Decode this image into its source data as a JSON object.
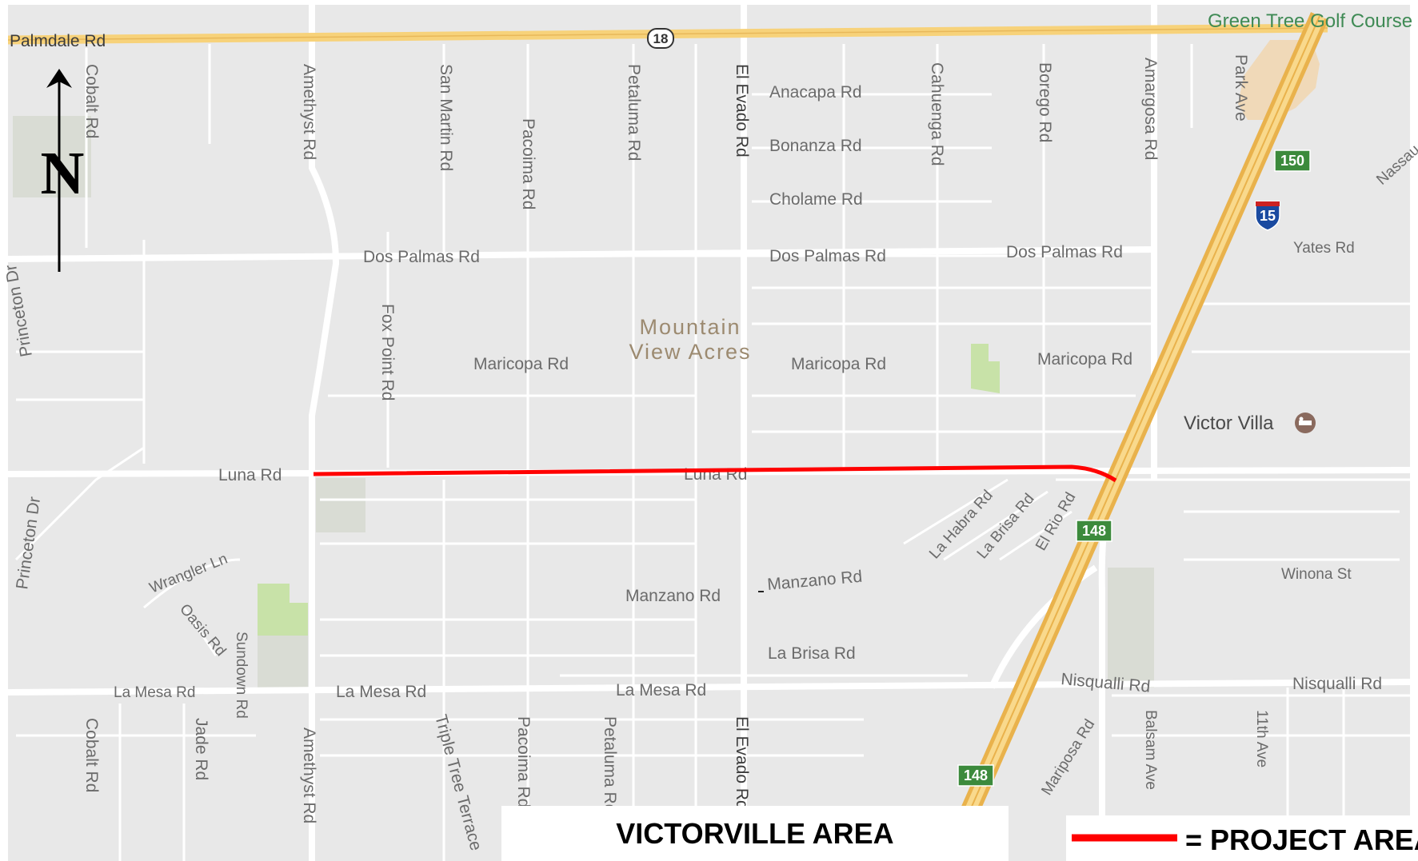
{
  "map": {
    "north_label": "N",
    "area_title": "VICTORVILLE AREA",
    "legend_label": "= PROJECT AREA",
    "project_line_color": "#ff0000",
    "neighborhood": [
      "Mountain",
      "View Acres"
    ],
    "golf_course": "Green Tree Golf Course",
    "poi": "Victor Villa",
    "shields": {
      "state_route": "18",
      "interstate": "15",
      "exit_150": "150",
      "exit_148_upper": "148",
      "exit_148_lower": "148"
    },
    "streets": {
      "palmdale": "Palmdale Rd",
      "cobalt": "Cobalt Rd",
      "amethyst": "Amethyst Rd",
      "san_martin": "San Martin Rd",
      "pacoima": "Pacoima Rd",
      "petaluma": "Petaluma Rd",
      "el_evado": "El Evado Rd",
      "anacapa": "Anacapa Rd",
      "bonanza": "Bonanza Rd",
      "cholame": "Cholame Rd",
      "cahuenga": "Cahuenga Rd",
      "borego": "Borego Rd",
      "amargosa": "Amargosa Rd",
      "park": "Park Ave",
      "nassau": "Nassau",
      "yates": "Yates Rd",
      "dos_palmas": "Dos Palmas Rd",
      "fox_point": "Fox Point Rd",
      "maricopa": "Maricopa Rd",
      "princeton": "Princeton Dr",
      "luna": "Luna Rd",
      "la_habra": "La Habra Rd",
      "la_brisa": "La Brisa Rd",
      "el_rio": "El Rio Rd",
      "winona": "Winona St",
      "wrangler": "Wrangler Ln",
      "oasis": "Oasis Rd",
      "sundown": "Sundown Rd",
      "manzano": "Manzano Rd",
      "la_mesa": "La Mesa Rd",
      "nisqualli": "Nisqualli Rd",
      "jade": "Jade Rd",
      "triple_tree": "Triple Tree Terrace",
      "mariposa": "Mariposa Rd",
      "balsam": "Balsam Ave",
      "eleventh": "11th Ave"
    }
  }
}
